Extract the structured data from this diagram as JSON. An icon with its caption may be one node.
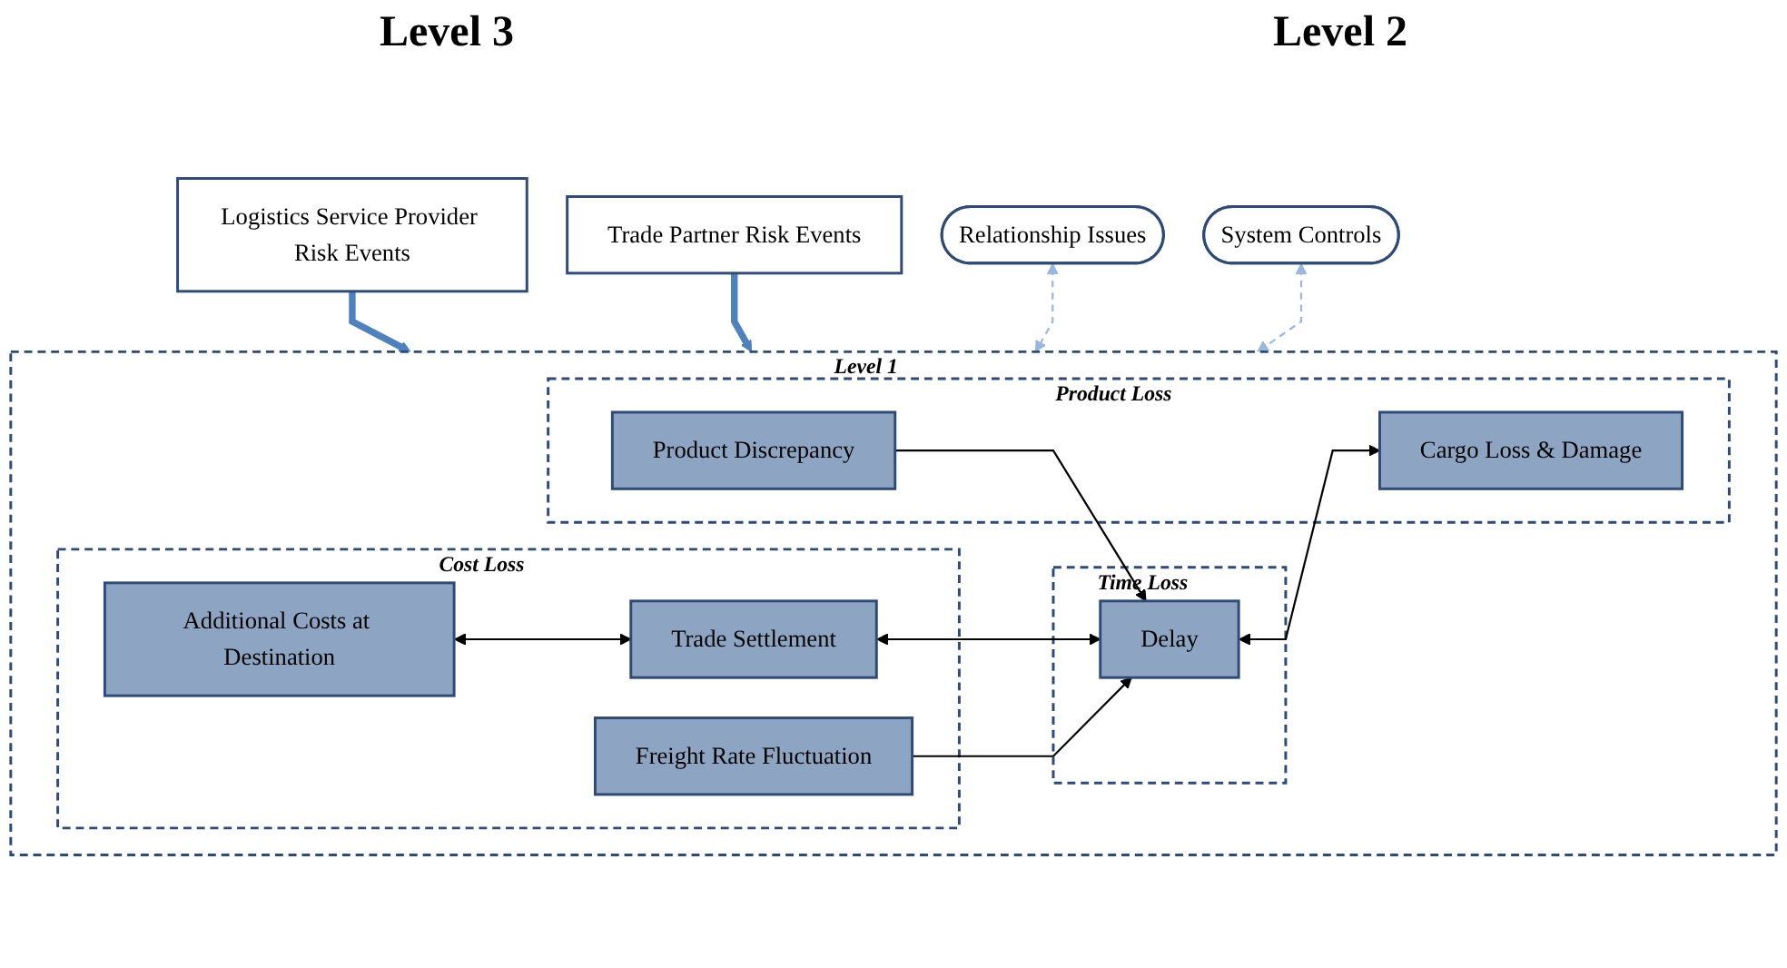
{
  "diagram": {
    "nodes": [
      {
        "text": [
          "Level 1"
        ]
      },
      {
        "text": [
          "Cost Loss"
        ],
        "in": 0
      },
      {
        "text": [
          "Additional Costs at Destination"
        ],
        "in": 1
      },
      {
        "text": [
          "Trade Settlement"
        ],
        "in": 1
      },
      {
        "text": [
          "Freight Rate Fluctuation"
        ],
        "in": 1
      },
      {
        "text": [
          "Time Loss"
        ],
        "in": 0
      },
      {
        "text": [
          "Delay"
        ],
        "in": 5
      },
      {
        "text": [
          "Product Loss"
        ],
        "in": 0
      },
      {
        "text": [
          "Cargo Loss & Damage"
        ],
        "in": 7
      },
      {
        "text": [
          "Product Discrepancy"
        ],
        "in": 7
      },
      {
        "text": [
          "Logistics Service Provider Risk Events"
        ]
      },
      {
        "text": [
          "Trade Partner Risk Events"
        ]
      },
      {
        "text": [
          "Relationship Issues"
        ]
      },
      {
        "text": [
          "System Controls"
        ]
      }
    ],
    "edges": [
      {
        "from": 2,
        "to": 3,
        "arrow": "both"
      },
      {
        "from": 3,
        "to": 6,
        "arrow": "both"
      },
      {
        "from": 4,
        "to": 6,
        "arrow": "to"
      },
      {
        "from": 9,
        "to": 6,
        "arrow": "to"
      },
      {
        "from": 6,
        "to": 8,
        "arrow": "both"
      },
      {
        "from": 10,
        "to": 0,
        "arrow": "to",
        "style": "thick",
        "color": "#4f81bd"
      },
      {
        "from": 11,
        "to": 0,
        "arrow": "to",
        "style": "thick",
        "color": "#4f81bd"
      },
      {
        "from": 12,
        "to": 0,
        "arrow": "both",
        "style": "dashed",
        "color": "#9bb7dc"
      },
      {
        "from": 13,
        "to": 0,
        "arrow": "both",
        "style": "dashed",
        "color": "#9bb7dc"
      }
    ],
    "labels": [
      "Level 3",
      "Level 2"
    ]
  }
}
